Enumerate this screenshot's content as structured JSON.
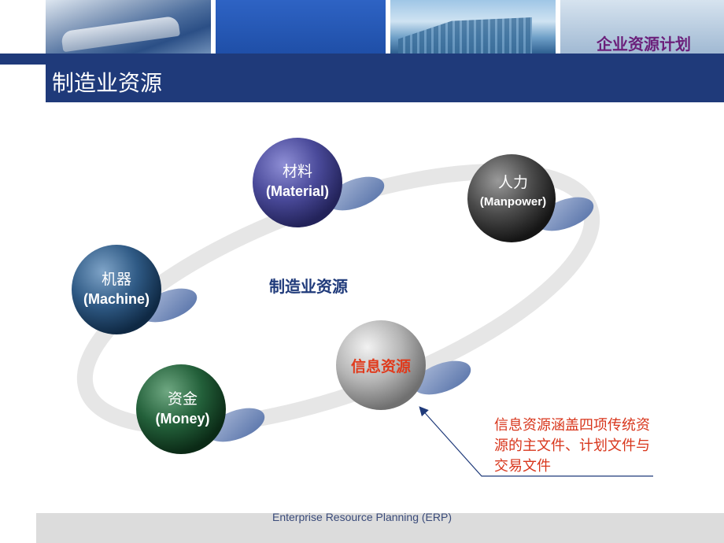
{
  "header": {
    "title": "企业资源计划"
  },
  "slide": {
    "title": "制造业资源"
  },
  "diagram": {
    "center_label": "制造业资源",
    "nodes": [
      {
        "id": "material",
        "cn": "材料",
        "en": "(Material)"
      },
      {
        "id": "manpower",
        "cn": "人力",
        "en": "(Manpower)"
      },
      {
        "id": "machine",
        "cn": "机器",
        "en": "(Machine)"
      },
      {
        "id": "information",
        "cn": "信息资源",
        "en": ""
      },
      {
        "id": "money",
        "cn": "资金",
        "en": "(Money)"
      }
    ],
    "note": "信息资源涵盖四项传统资源的主文件、计划文件与交易文件"
  },
  "footer": {
    "text": "Enterprise Resource Planning (ERP)"
  },
  "colors": {
    "title_bar": "#1f3a7a",
    "header_title": "#6b1f7a",
    "note_text": "#d8361c",
    "info_label": "#e03a1c"
  }
}
